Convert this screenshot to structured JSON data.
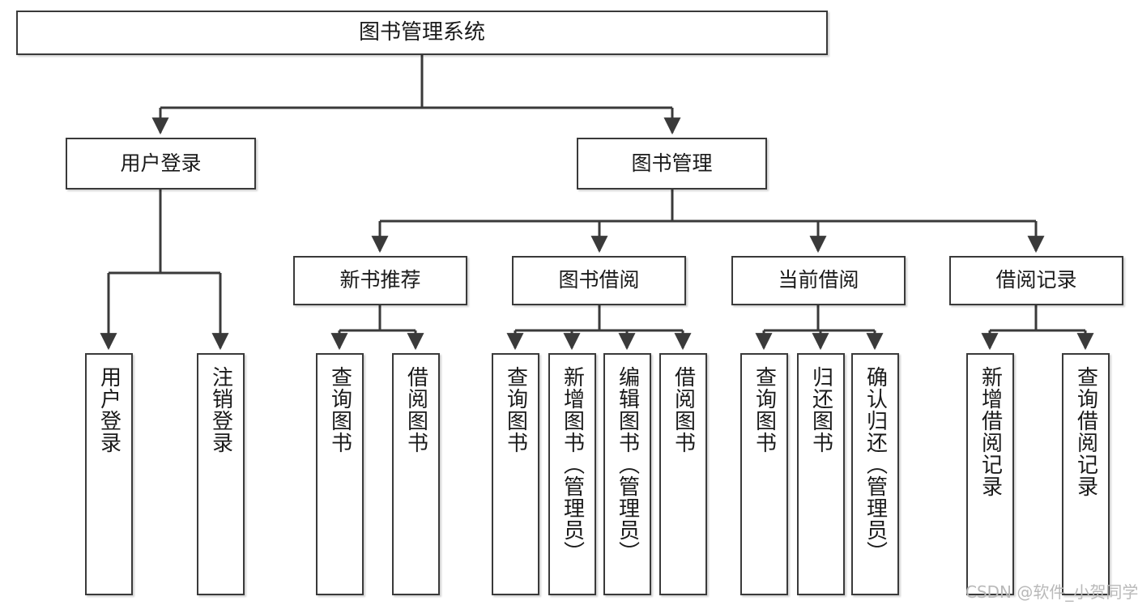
{
  "diagram": {
    "title": "图书管理系统",
    "type": "tree-hierarchy",
    "stroke_color": "#3a3a3a",
    "background_color": "#ffffff",
    "nodes": {
      "root": {
        "label": "图书管理系统"
      },
      "level2": [
        {
          "label": "用户登录"
        },
        {
          "label": "图书管理"
        }
      ],
      "level3": [
        {
          "label": "新书推荐"
        },
        {
          "label": "图书借阅"
        },
        {
          "label": "当前借阅"
        },
        {
          "label": "借阅记录"
        }
      ],
      "leaves": {
        "user_login": [
          {
            "label": "用户登录"
          },
          {
            "label": "注销登录"
          }
        ],
        "new_book_recommend": [
          {
            "label": "查询图书"
          },
          {
            "label": "借阅图书"
          }
        ],
        "book_borrow": [
          {
            "label": "查询图书"
          },
          {
            "label": "新增图书（管理员）"
          },
          {
            "label": "编辑图书（管理员）"
          },
          {
            "label": "借阅图书"
          }
        ],
        "current_borrow": [
          {
            "label": "查询图书"
          },
          {
            "label": "归还图书"
          },
          {
            "label": "确认归还（管理员）"
          }
        ],
        "borrow_record": [
          {
            "label": "新增借阅记录"
          },
          {
            "label": "查询借阅记录"
          }
        ]
      }
    },
    "watermark": "CSDN @软件_小贺同学"
  }
}
